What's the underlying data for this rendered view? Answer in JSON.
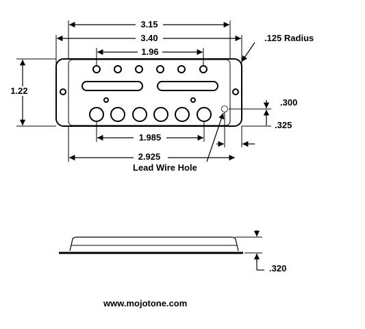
{
  "dimensions": {
    "outer_width": "3.15",
    "overall_width": "3.40",
    "top_hole_span": "1.96",
    "corner_radius": ".125 Radius",
    "height": "1.22",
    "lead_offset_vertical": ".300",
    "lead_offset_horizontal": ".325",
    "bottom_hole_span": "1.985",
    "mount_span": "2.925",
    "side_height": ".320"
  },
  "labels": {
    "lead_wire_hole": "Lead Wire Hole"
  },
  "footer": {
    "url": "www.mojotone.com"
  }
}
